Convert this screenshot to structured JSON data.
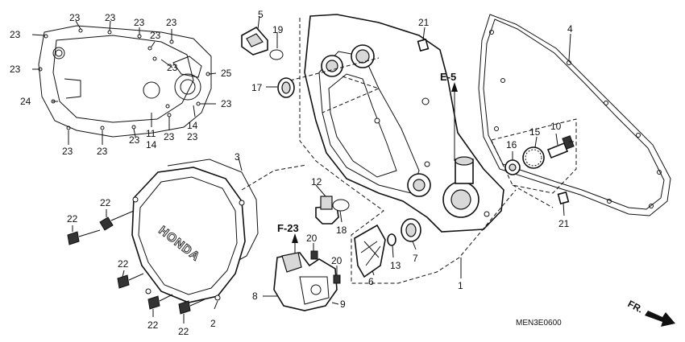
{
  "diagram": {
    "drawing_code": "MEN3E0600",
    "direction_label": "FR.",
    "refs": {
      "e5": "E-5",
      "f23": "F-23"
    },
    "callouts": {
      "p1": "1",
      "p2": "2",
      "p3": "3",
      "p4": "4",
      "p5": "5",
      "p6": "6",
      "p7": "7",
      "p8": "8",
      "p9": "9",
      "p10": "10",
      "p11": "11",
      "p12": "12",
      "p13": "13",
      "p14": "14",
      "p15": "15",
      "p16": "16",
      "p17": "17",
      "p18": "18",
      "p19": "19",
      "p20": "20",
      "p21": "21",
      "p22": "22",
      "p23": "23",
      "p24": "24",
      "p25": "25"
    },
    "brand_text": "HONDA"
  }
}
